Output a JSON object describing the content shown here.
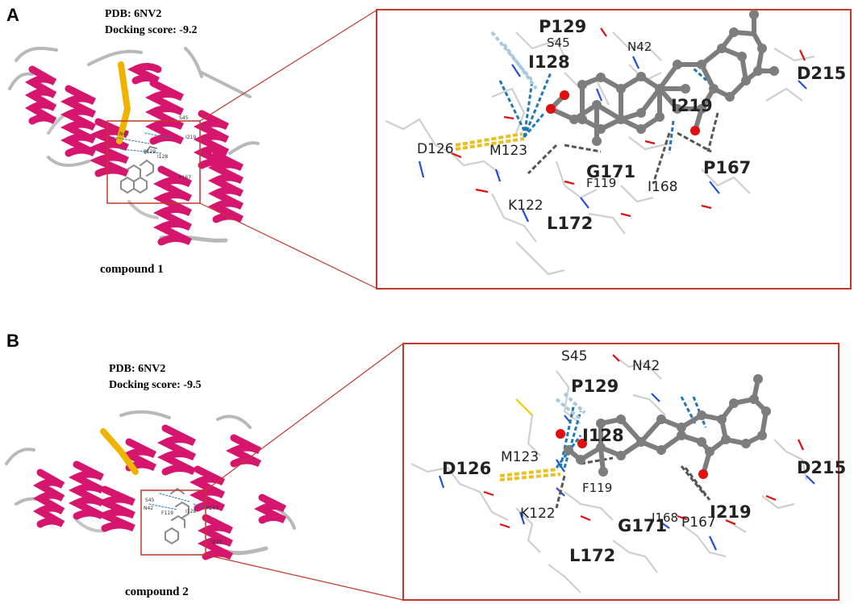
{
  "panel_a": {
    "letter": "A",
    "pdb": "PDB: 6NV2",
    "score": "Docking score: -9.2",
    "compound": "compound 1",
    "residues": {
      "p129": "P129",
      "s45": "S45",
      "i128": "I128",
      "n42": "N42",
      "d215": "D215",
      "i219": "I219",
      "d126": "D126",
      "m123": "M123",
      "g171": "G171",
      "p167": "P167",
      "f119": "F119",
      "i168": "I168",
      "k122": "K122",
      "l172": "L172"
    },
    "mini_labels": {
      "m1": "N42",
      "m2": "P129",
      "m3": "I128",
      "m4": "P167",
      "m5": "S45",
      "m6": "I219"
    }
  },
  "panel_b": {
    "letter": "B",
    "pdb": "PDB: 6NV2",
    "score": "Docking score: -9.5",
    "compound": "compound 2",
    "residues": {
      "s45": "S45",
      "n42": "N42",
      "p129": "P129",
      "i128": "I128",
      "m123": "M123",
      "d126": "D126",
      "d215": "D215",
      "f119": "F119",
      "k122": "K122",
      "i219": "I219",
      "i168": "I168",
      "g171": "G171",
      "p167": "P167",
      "l172": "L172"
    },
    "mini_labels": {
      "m1": "S45",
      "m2": "N42",
      "m3": "I128",
      "m4": "P167",
      "m5": "I219",
      "m6": "F119"
    }
  },
  "colors": {
    "helix": "#d6166e",
    "strand": "#f0b400",
    "frame": "#c0392b",
    "carbon": "#7d7d7d",
    "oxygen": "#e01010",
    "nitrogen": "#1e4fd8",
    "hbond": "#1f77b4",
    "hydrophobic": "#555555",
    "salt_bridge": "#e8c020"
  }
}
